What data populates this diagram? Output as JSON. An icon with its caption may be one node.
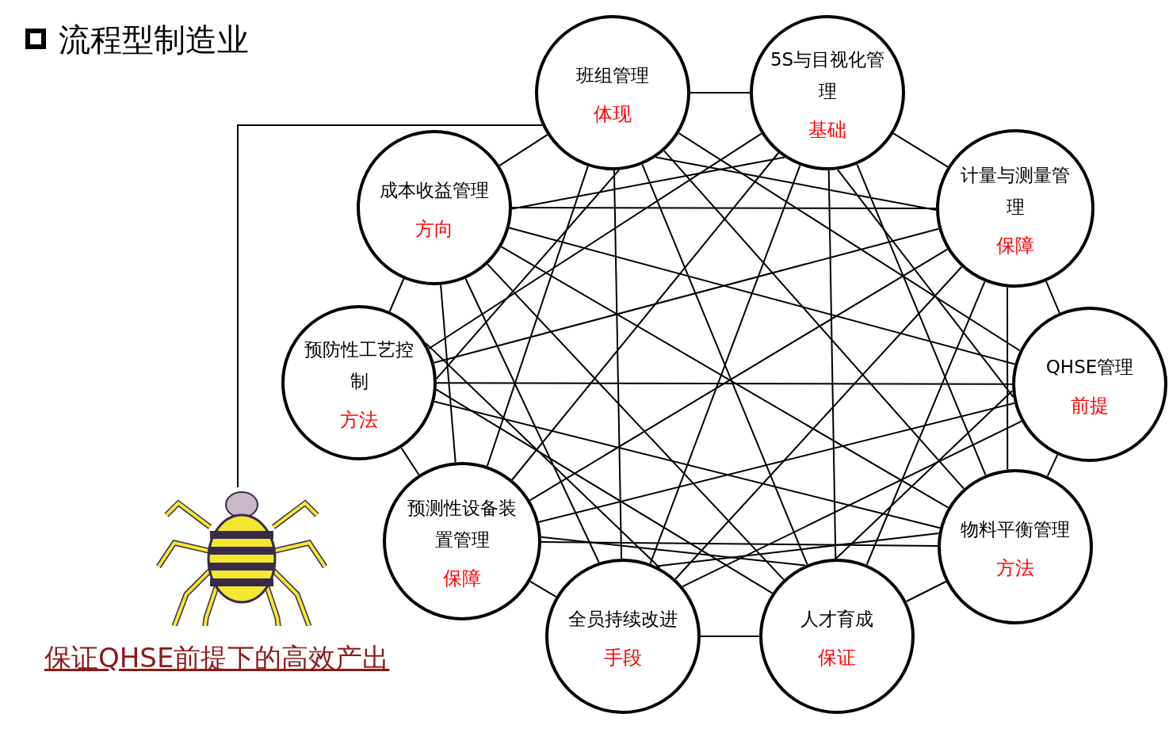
{
  "diagram": {
    "title": "流程型制造业",
    "nodes": [
      {
        "text": [
          "班组管理",
          "体现"
        ]
      },
      {
        "text": [
          "5S与目视化管理",
          "基础"
        ]
      },
      {
        "text": [
          "成本收益管理",
          "方向"
        ]
      },
      {
        "text": [
          "计量与测量管理",
          "保障"
        ]
      },
      {
        "text": [
          "预防性工艺控制",
          "方法"
        ]
      },
      {
        "text": [
          "QHSE管理",
          "前提"
        ]
      },
      {
        "text": [
          "预测性设备装置管理",
          "保障"
        ]
      },
      {
        "text": [
          "物料平衡管理",
          "方法"
        ]
      },
      {
        "text": [
          "全员持续改进",
          "手段"
        ]
      },
      {
        "text": [
          "人才育成",
          "保证"
        ]
      },
      {
        "text": [],
        "shape": "picture"
      }
    ],
    "edges": [
      {
        "from": 0,
        "to": 1,
        "arrow": "none"
      },
      {
        "from": 0,
        "to": 2,
        "arrow": "none"
      },
      {
        "from": 0,
        "to": 3,
        "arrow": "none"
      },
      {
        "from": 0,
        "to": 4,
        "arrow": "none"
      },
      {
        "from": 0,
        "to": 5,
        "arrow": "none"
      },
      {
        "from": 0,
        "to": 6,
        "arrow": "none"
      },
      {
        "from": 0,
        "to": 7,
        "arrow": "none"
      },
      {
        "from": 0,
        "to": 8,
        "arrow": "none"
      },
      {
        "from": 0,
        "to": 9,
        "arrow": "none"
      },
      {
        "from": 1,
        "to": 2,
        "arrow": "none"
      },
      {
        "from": 1,
        "to": 3,
        "arrow": "none"
      },
      {
        "from": 1,
        "to": 4,
        "arrow": "none"
      },
      {
        "from": 1,
        "to": 5,
        "arrow": "none"
      },
      {
        "from": 1,
        "to": 6,
        "arrow": "none"
      },
      {
        "from": 1,
        "to": 7,
        "arrow": "none"
      },
      {
        "from": 1,
        "to": 8,
        "arrow": "none"
      },
      {
        "from": 1,
        "to": 9,
        "arrow": "none"
      },
      {
        "from": 2,
        "to": 3,
        "arrow": "none"
      },
      {
        "from": 2,
        "to": 4,
        "arrow": "none"
      },
      {
        "from": 2,
        "to": 5,
        "arrow": "none"
      },
      {
        "from": 2,
        "to": 6,
        "arrow": "none"
      },
      {
        "from": 2,
        "to": 7,
        "arrow": "none"
      },
      {
        "from": 2,
        "to": 8,
        "arrow": "none"
      },
      {
        "from": 2,
        "to": 9,
        "arrow": "none"
      },
      {
        "from": 3,
        "to": 4,
        "arrow": "none"
      },
      {
        "from": 3,
        "to": 5,
        "arrow": "none"
      },
      {
        "from": 3,
        "to": 6,
        "arrow": "none"
      },
      {
        "from": 3,
        "to": 7,
        "arrow": "none"
      },
      {
        "from": 3,
        "to": 8,
        "arrow": "none"
      },
      {
        "from": 3,
        "to": 9,
        "arrow": "none"
      },
      {
        "from": 4,
        "to": 5,
        "arrow": "none"
      },
      {
        "from": 4,
        "to": 6,
        "arrow": "none"
      },
      {
        "from": 4,
        "to": 7,
        "arrow": "none"
      },
      {
        "from": 4,
        "to": 8,
        "arrow": "none"
      },
      {
        "from": 4,
        "to": 9,
        "arrow": "none"
      },
      {
        "from": 5,
        "to": 6,
        "arrow": "none"
      },
      {
        "from": 5,
        "to": 7,
        "arrow": "none"
      },
      {
        "from": 5,
        "to": 8,
        "arrow": "none"
      },
      {
        "from": 5,
        "to": 9,
        "arrow": "none"
      },
      {
        "from": 6,
        "to": 7,
        "arrow": "none"
      },
      {
        "from": 6,
        "to": 8,
        "arrow": "none"
      },
      {
        "from": 6,
        "to": 9,
        "arrow": "none"
      },
      {
        "from": 7,
        "to": 8,
        "arrow": "none"
      },
      {
        "from": 7,
        "to": 9,
        "arrow": "none"
      },
      {
        "from": 8,
        "to": 9,
        "arrow": "none"
      },
      {
        "from": 10,
        "to": 0,
        "arrow": "none"
      }
    ],
    "labels": [
      "保证QHSE前提下的高效产出"
    ]
  }
}
